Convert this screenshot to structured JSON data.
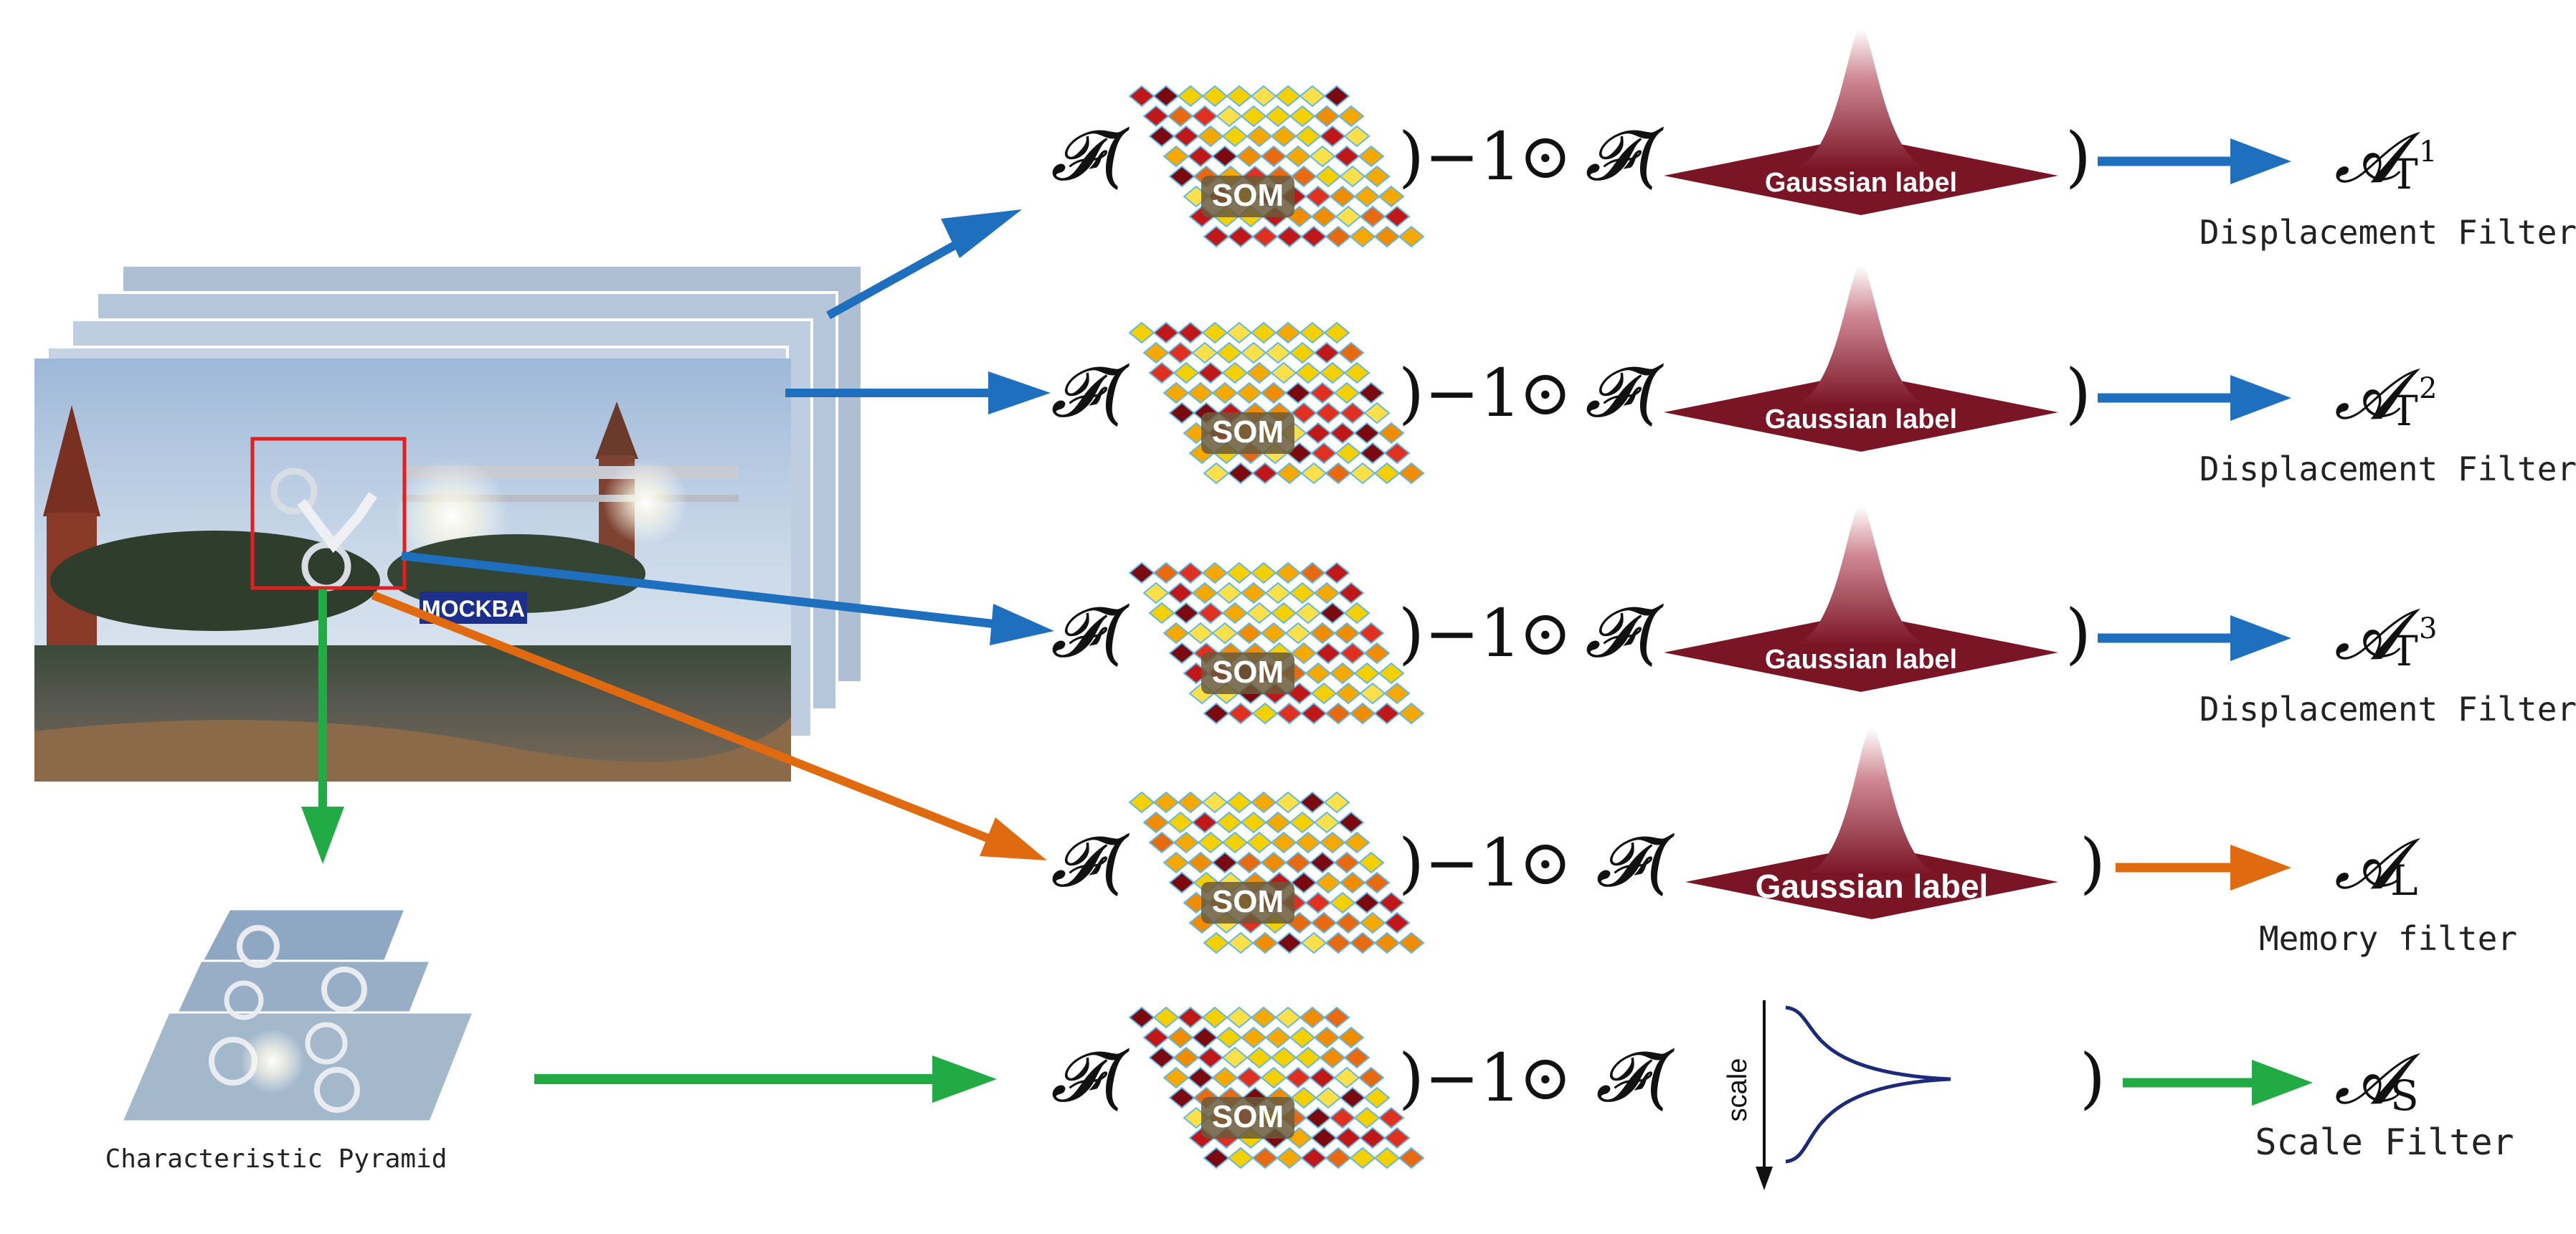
{
  "colors": {
    "blue": "#1f6fbf",
    "orange": "#e06a10",
    "green": "#22aa44",
    "gaussian": "#7a1526",
    "frame_red": "#e02020",
    "scale_curve": "#1c2a7a"
  },
  "frames": {
    "overlay_text": "MOCKBA"
  },
  "som_label": "SOM",
  "operator": {
    "fourier": "𝓕(",
    "close_paren": ")",
    "inverse": ")−1",
    "hadamard": "⊙"
  },
  "scale_curve": {
    "axis_label": "scale"
  },
  "rows": [
    {
      "id": "t1",
      "label_text": "Gaussian label",
      "arrow": "blue",
      "out_main": "𝓐",
      "out_sub": "T",
      "out_sup": "1",
      "caption": "Displacement Filter"
    },
    {
      "id": "t2",
      "label_text": "Gaussian label",
      "arrow": "blue",
      "out_main": "𝓐",
      "out_sub": "T",
      "out_sup": "2",
      "caption": "Displacement Filter"
    },
    {
      "id": "t3",
      "label_text": "Gaussian label",
      "arrow": "blue",
      "out_main": "𝓐",
      "out_sub": "T",
      "out_sup": "3",
      "caption": "Displacement Filter"
    },
    {
      "id": "l",
      "label_text": "Gaussian label",
      "arrow": "orange",
      "out_main": "𝓐",
      "out_sub": "L",
      "out_sup": "",
      "caption": "Memory filter"
    },
    {
      "id": "s",
      "label_text": "",
      "arrow": "green",
      "out_main": "𝓐",
      "out_sub": "S",
      "out_sup": "",
      "caption": "Scale Filter"
    }
  ],
  "pyramid": {
    "caption": "Characteristic Pyramid"
  }
}
